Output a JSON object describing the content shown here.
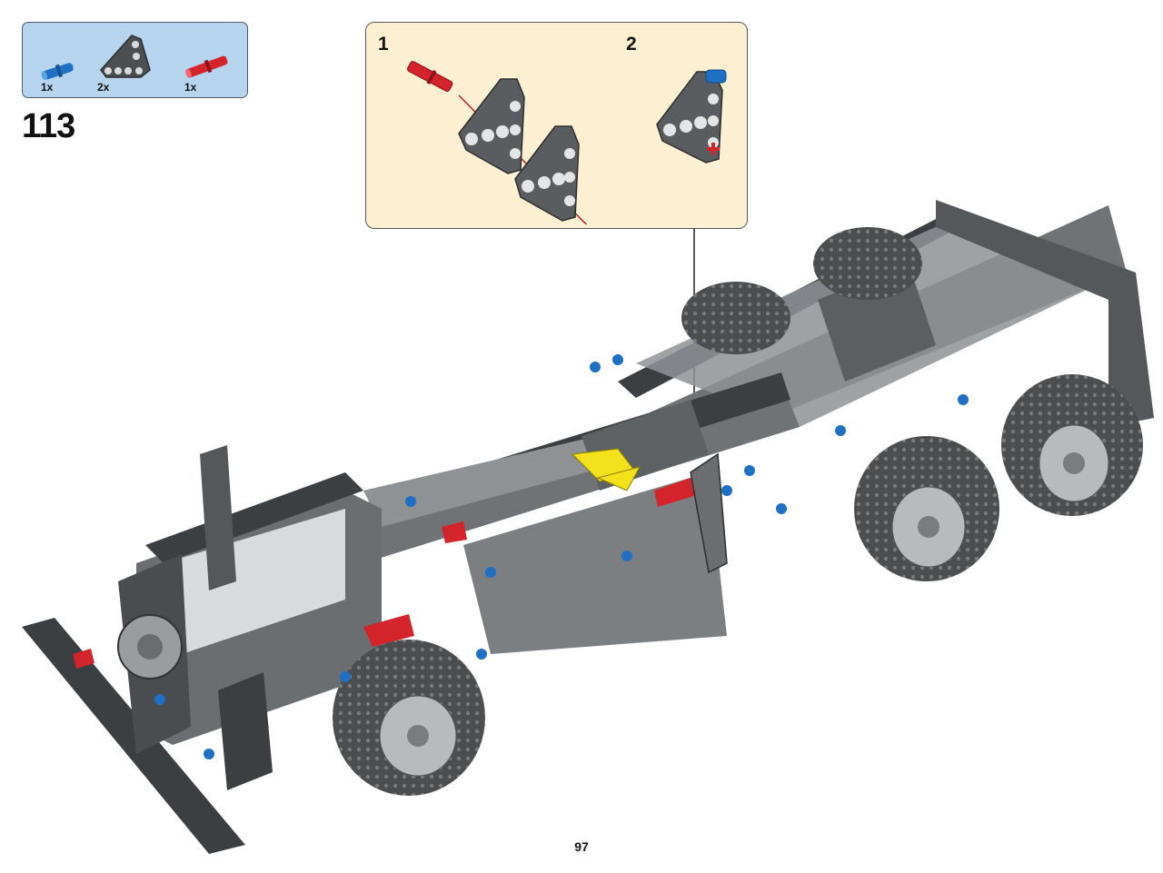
{
  "parts_list": {
    "items": [
      {
        "part": "blue-pin",
        "qty": "1x",
        "color": "#1f6fc4"
      },
      {
        "part": "triangle-liftarm",
        "qty": "2x",
        "color": "#5a5d60"
      },
      {
        "part": "red-axle-pin",
        "qty": "1x",
        "color": "#d4242b"
      }
    ]
  },
  "step": {
    "number": "113"
  },
  "sub_steps": [
    {
      "number": "1"
    },
    {
      "number": "2"
    }
  ],
  "page": {
    "number": "97"
  },
  "colors": {
    "parts_box_bg": "#b7d4ee",
    "sub_box_bg": "#fdf0d2",
    "frame_dark": "#3c3f42",
    "frame_light": "#8e9295",
    "tire": "#4b4d4f",
    "hub": "#b8bbbe",
    "pin_blue": "#1f6fc4",
    "pin_red": "#d4242b",
    "arrow_yellow": "#f3e21b"
  }
}
